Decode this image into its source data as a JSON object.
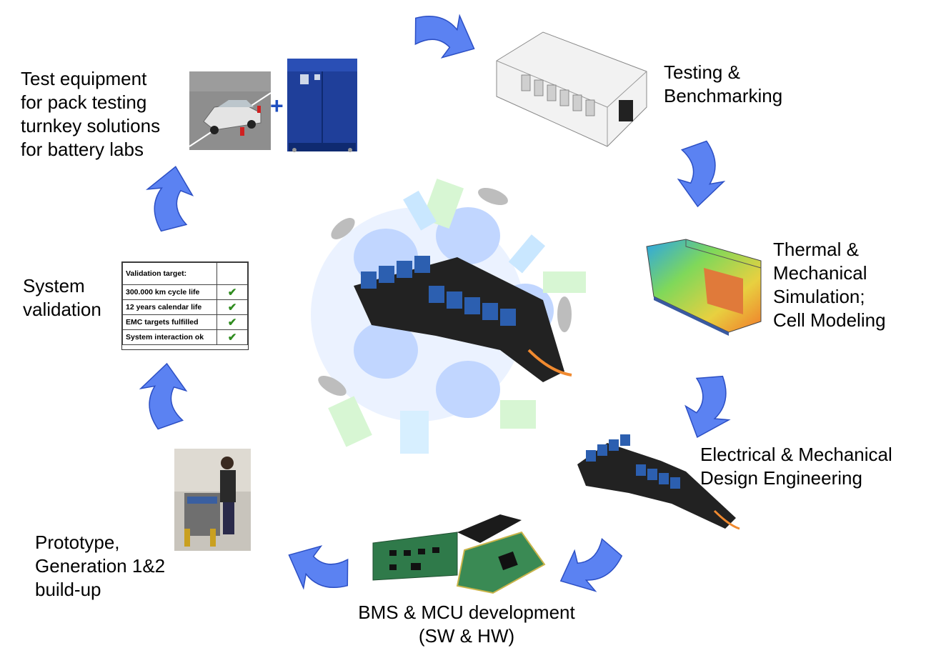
{
  "labels": {
    "test_equipment": "Test equipment\nfor pack testing\nturnkey solutions\nfor battery labs",
    "testing": "Testing &\nBenchmarking",
    "thermal": "Thermal &\nMechanical\nSimulation;\nCell Modeling",
    "electrical": "Electrical & Mechanical\nDesign Engineering",
    "bms": "BMS & MCU development\n(SW & HW)",
    "prototype": "Prototype,\nGeneration 1&2\n build-up",
    "system_validation": "System\nvalidation"
  },
  "validation_table": {
    "header": "Validation target:",
    "rows": [
      {
        "label": "300.000 km cycle life",
        "status": "✔"
      },
      {
        "label": "12 years calendar life",
        "status": "✔"
      },
      {
        "label": "EMC targets fulfilled",
        "status": "✔"
      },
      {
        "label": "System interaction ok",
        "status": "✔"
      }
    ]
  },
  "plus_sign": "+",
  "colors": {
    "arrow_fill": "#5b82f2",
    "arrow_stroke": "#2c4fc4",
    "check": "#2e8b1e",
    "cabinet": "#1f3f9a"
  }
}
